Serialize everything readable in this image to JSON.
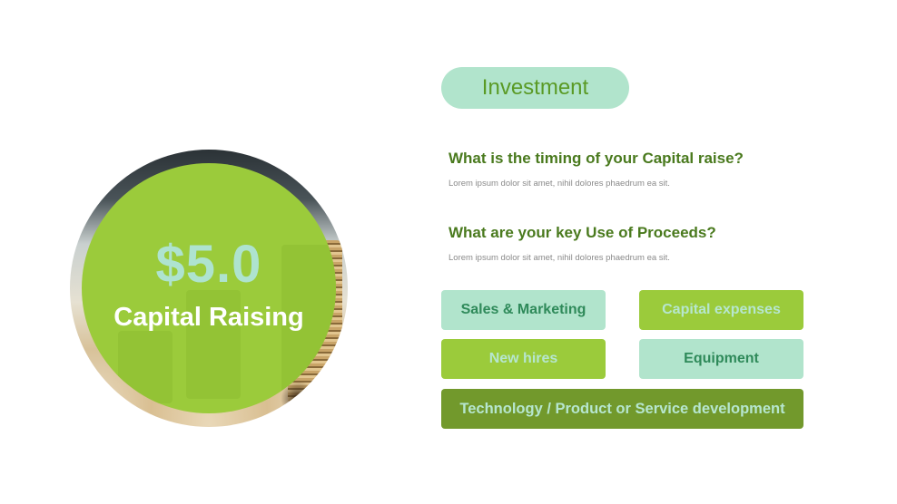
{
  "hero": {
    "amount": "$5.0",
    "label": "Capital Raising"
  },
  "section": {
    "pill_label": "Investment"
  },
  "questions": [
    {
      "title": "What is the timing of your Capital raise?",
      "body": "Lorem ipsum dolor sit amet, nihil dolores phaedrum ea sit."
    },
    {
      "title": "What are your key Use of Proceeds?",
      "body": "Lorem ipsum dolor sit amet, nihil dolores phaedrum ea sit."
    }
  ],
  "proceeds": [
    {
      "label": "Sales & Marketing",
      "style": "mint"
    },
    {
      "label": "Capital expenses",
      "style": "lime"
    },
    {
      "label": "New hires",
      "style": "lime"
    },
    {
      "label": "Equipment",
      "style": "mint"
    },
    {
      "label": "Technology / Product or Service development",
      "style": "olive"
    }
  ],
  "colors": {
    "mint": "#b1e4cc",
    "lime": "#9bcb3b",
    "olive": "#72992c",
    "heading_green": "#4a7a1e",
    "amount_mint": "#aee3cf"
  }
}
